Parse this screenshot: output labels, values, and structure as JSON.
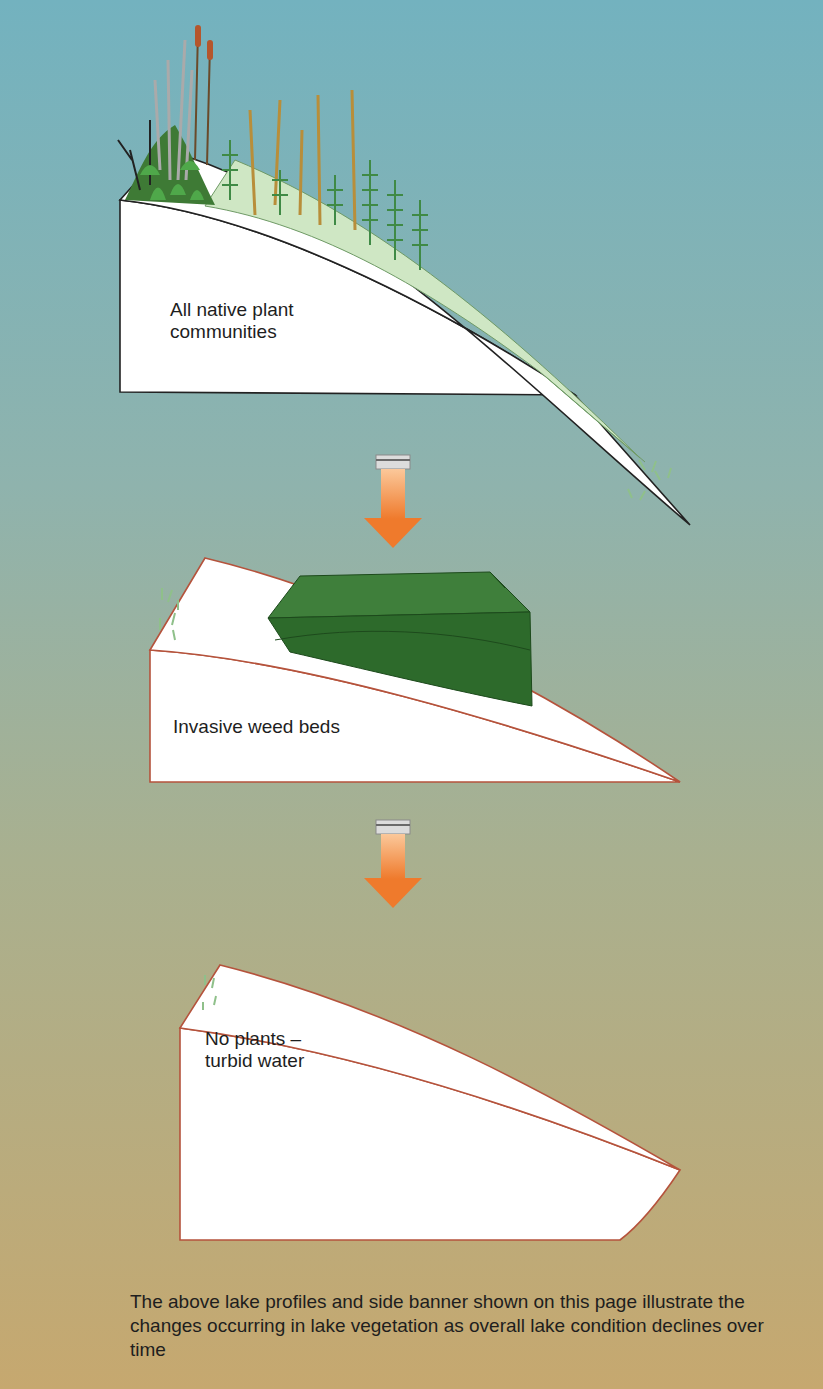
{
  "diagram": {
    "caption": "The above lake profiles and side banner shown on this page illustrate the changes occurring in lake vegetation as overall lake condition declines over time",
    "nodes": [
      {
        "text": [
          "All native plant communities"
        ]
      },
      {
        "text": [
          "Invasive weed beds"
        ]
      },
      {
        "text": [
          "No plants – turbid water"
        ]
      }
    ],
    "edges": [
      {
        "from": 0,
        "to": 1,
        "arrow": "to"
      },
      {
        "from": 1,
        "to": 2,
        "arrow": "to"
      }
    ]
  }
}
